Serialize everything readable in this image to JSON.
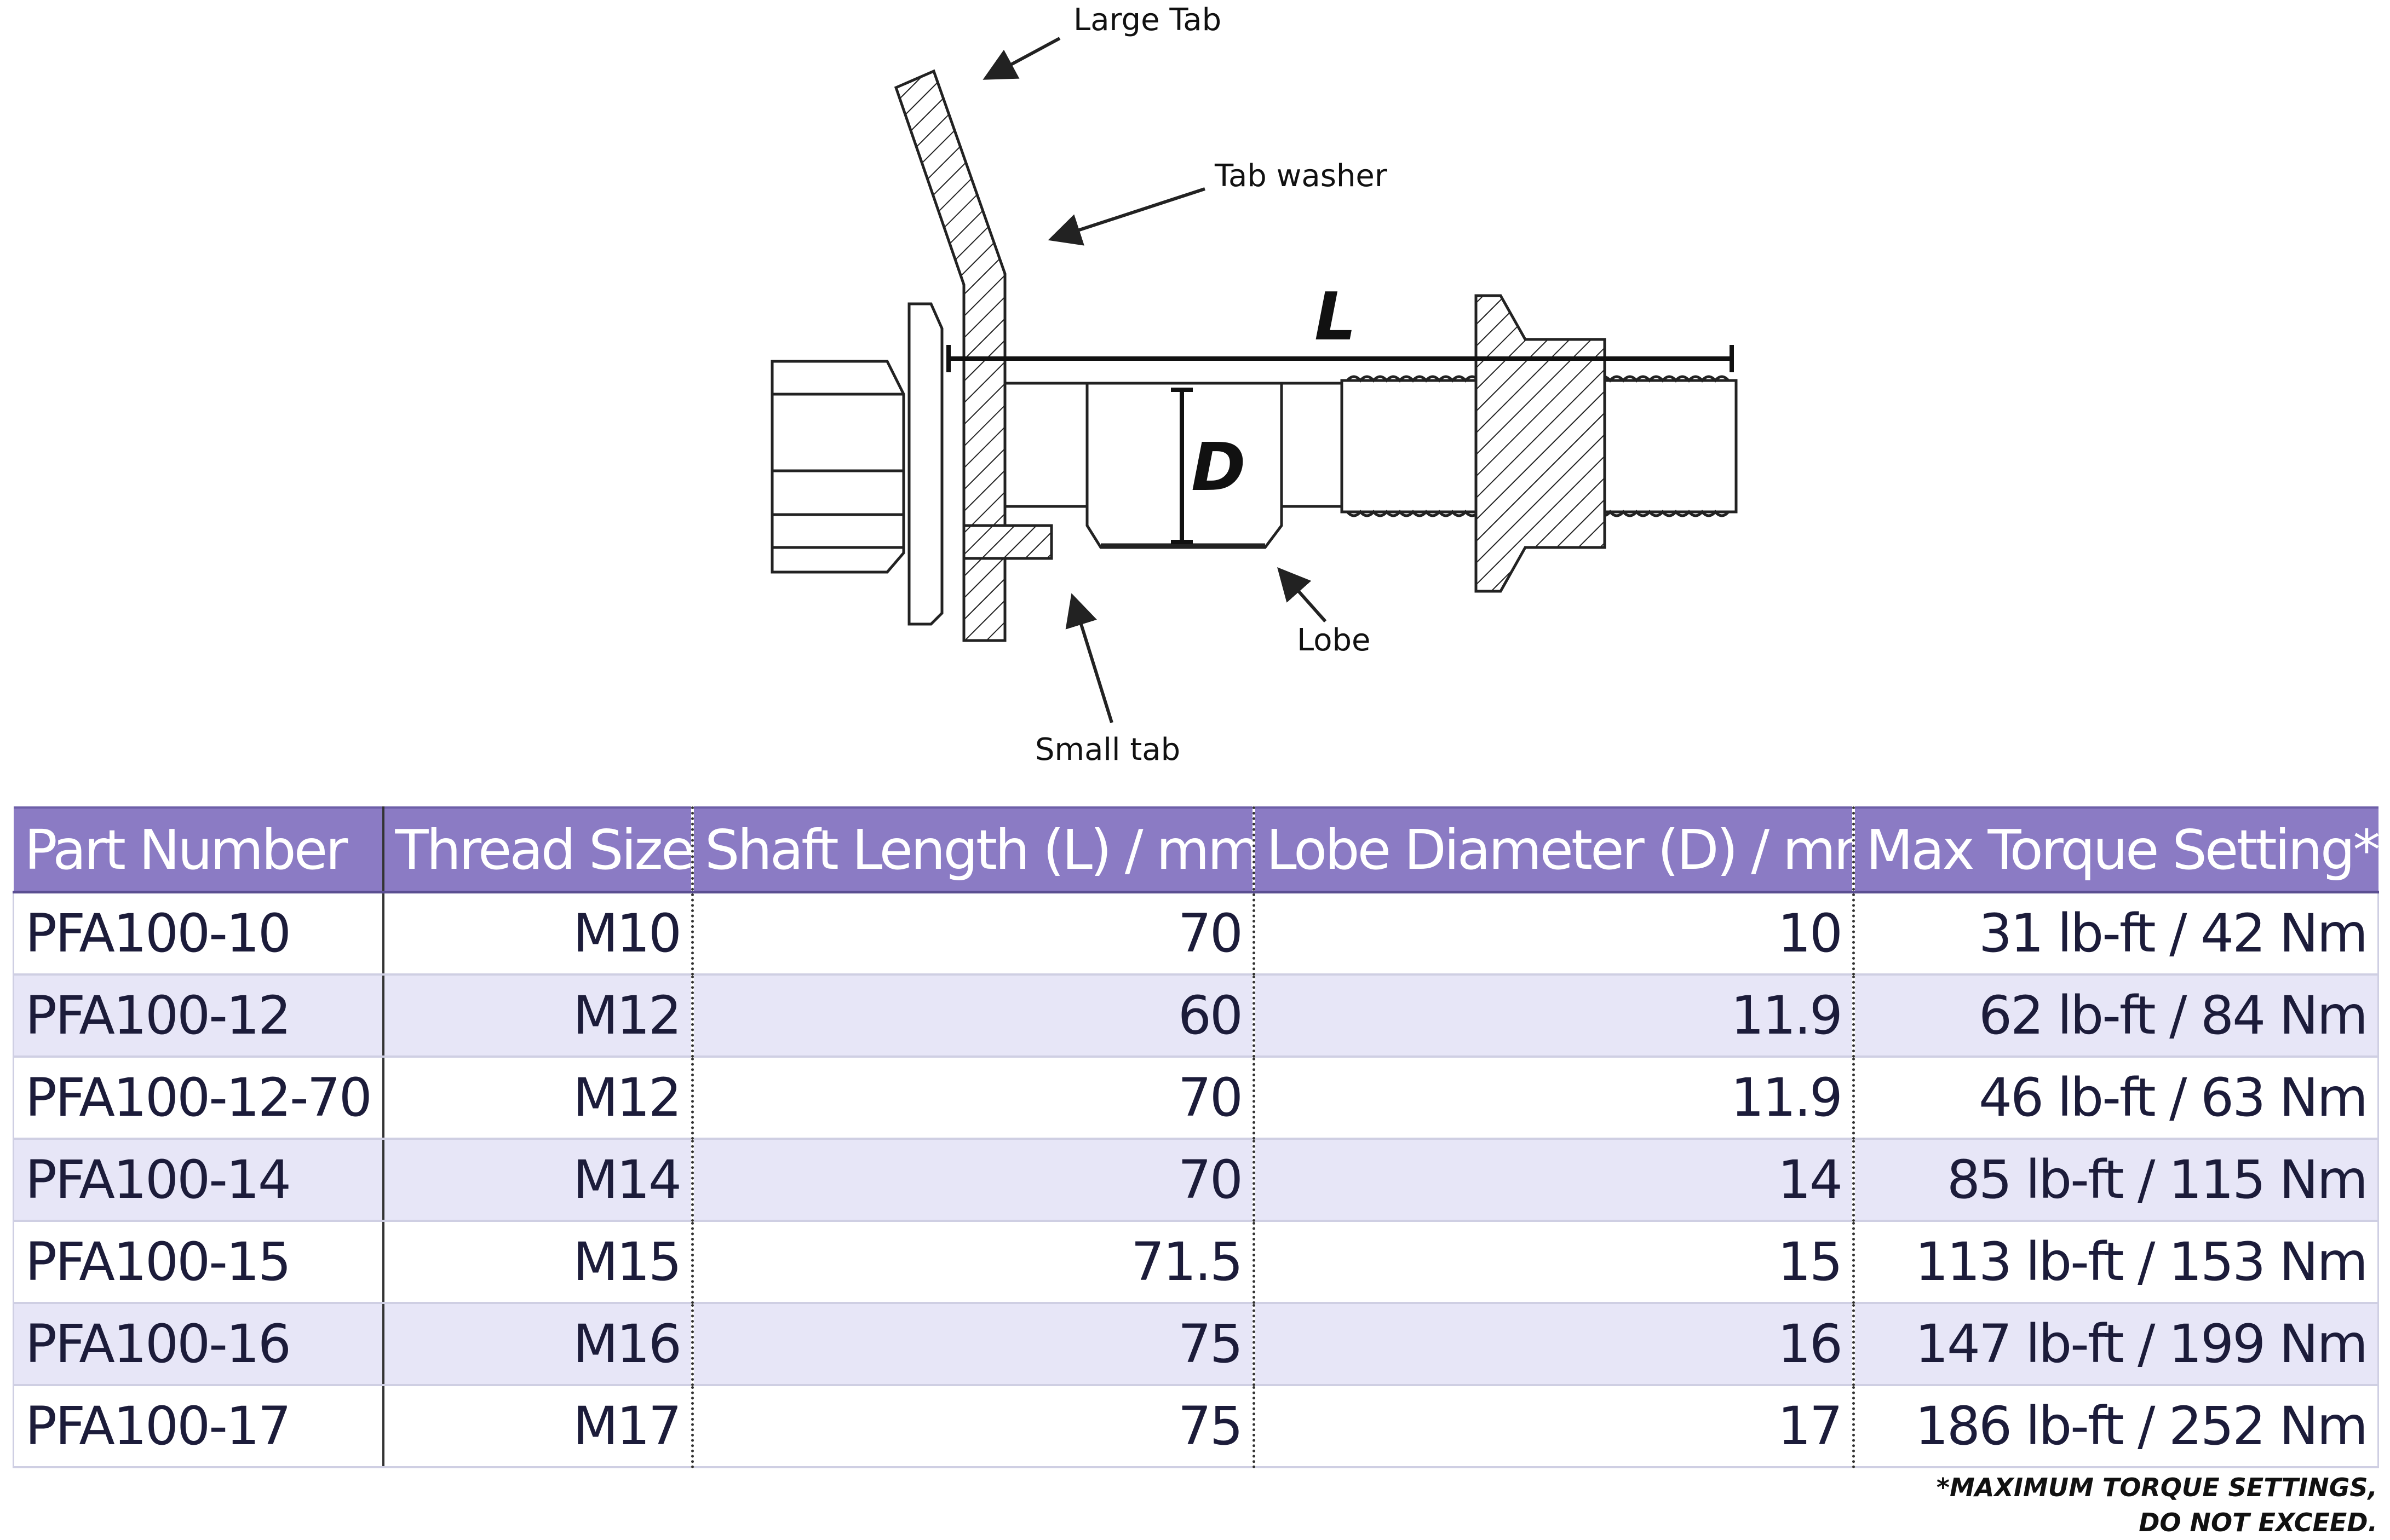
{
  "diagram": {
    "labels": {
      "large_tab": "Large Tab",
      "tab_washer": "Tab washer",
      "lobe": "Lobe",
      "small_tab": "Small tab",
      "length_symbol": "L",
      "diameter_symbol": "D"
    }
  },
  "table": {
    "headers": [
      "Part Number",
      "Thread Size",
      "Shaft Length (L) / mm",
      "Lobe Diameter (D) / mm",
      "Max Torque Setting*"
    ],
    "rows": [
      [
        "PFA100-10",
        "M10",
        "70",
        "10",
        "31 lb-ft / 42 Nm"
      ],
      [
        "PFA100-12",
        "M12",
        "60",
        "11.9",
        "62 lb-ft / 84 Nm"
      ],
      [
        "PFA100-12-70",
        "M12",
        "70",
        "11.9",
        "46 lb-ft / 63 Nm"
      ],
      [
        "PFA100-14",
        "M14",
        "70",
        "14",
        "85 lb-ft / 115 Nm"
      ],
      [
        "PFA100-15",
        "M15",
        "71.5",
        "15",
        "113 lb-ft / 153 Nm"
      ],
      [
        "PFA100-16",
        "M16",
        "75",
        "16",
        "147 lb-ft / 199 Nm"
      ],
      [
        "PFA100-17",
        "M17",
        "75",
        "17",
        "186 lb-ft / 252 Nm"
      ]
    ]
  },
  "footnote": {
    "line1": "*MAXIMUM TORQUE SETTINGS,",
    "line2": "DO NOT EXCEED."
  },
  "colors": {
    "header_bg": "#8b7bc4",
    "alt_row_bg": "#e7e6f7",
    "text": "#1c1c3a"
  }
}
